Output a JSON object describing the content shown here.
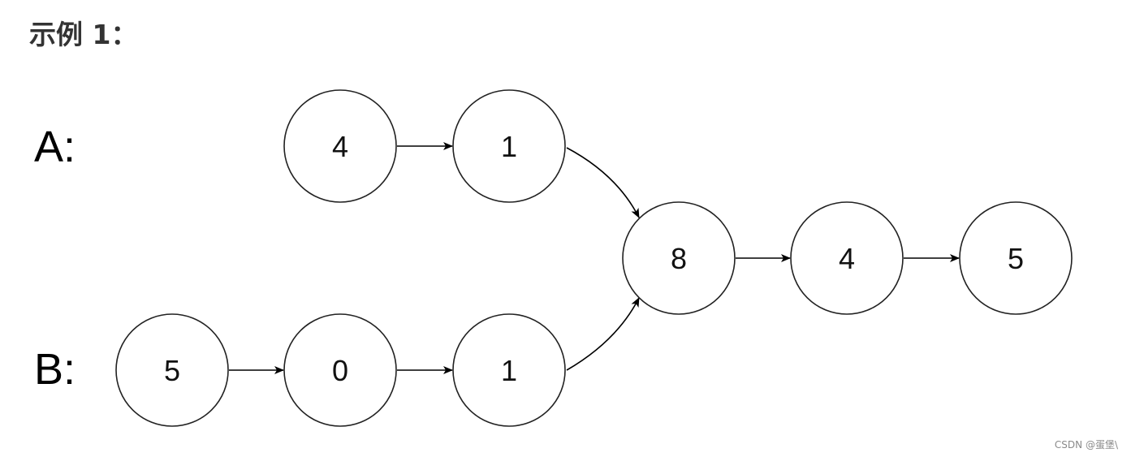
{
  "heading": "示例 1：",
  "rows": [
    {
      "id": "A",
      "label": "A:"
    },
    {
      "id": "B",
      "label": "B:"
    }
  ],
  "nodes": [
    {
      "id": "a0",
      "value": "4"
    },
    {
      "id": "a1",
      "value": "1"
    },
    {
      "id": "b0",
      "value": "5"
    },
    {
      "id": "b1",
      "value": "0"
    },
    {
      "id": "b2",
      "value": "1"
    },
    {
      "id": "c0",
      "value": "8"
    },
    {
      "id": "c1",
      "value": "4"
    },
    {
      "id": "c2",
      "value": "5"
    }
  ],
  "edges": [
    {
      "from": "a0",
      "to": "a1"
    },
    {
      "from": "a1",
      "to": "c0"
    },
    {
      "from": "b0",
      "to": "b1"
    },
    {
      "from": "b1",
      "to": "b2"
    },
    {
      "from": "b2",
      "to": "c0"
    },
    {
      "from": "c0",
      "to": "c1"
    },
    {
      "from": "c1",
      "to": "c2"
    }
  ],
  "watermark": "CSDN @蛋堡\\"
}
